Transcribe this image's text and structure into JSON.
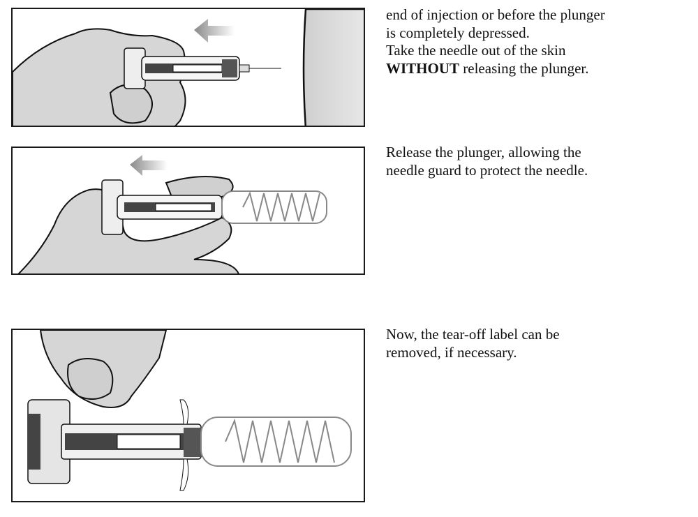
{
  "steps": [
    {
      "illustration": "hand-withdrawing-syringe-from-skin",
      "arrow_direction": "left",
      "lines": [
        {
          "text": "end of injection or before the plunger"
        },
        {
          "text": "is completely depressed."
        },
        {
          "text": "Take the needle out of the skin"
        },
        {
          "bold": "WITHOUT",
          "text": " releasing the plunger."
        }
      ]
    },
    {
      "illustration": "hand-releasing-plunger-needle-guard",
      "arrow_direction": "left",
      "lines": [
        {
          "text": "Release the plunger, allowing the"
        },
        {
          "text": "needle guard to protect the needle."
        }
      ]
    },
    {
      "illustration": "hand-removing-tear-off-label",
      "lines": [
        {
          "text": "Now, the tear-off label can be"
        },
        {
          "text": "removed, if necessary."
        }
      ]
    }
  ],
  "colors": {
    "border": "#1a1a1a",
    "skin_fill": "#d9d9d9",
    "arrow": "#9a9a9a",
    "syringe_dark": "#444444"
  }
}
